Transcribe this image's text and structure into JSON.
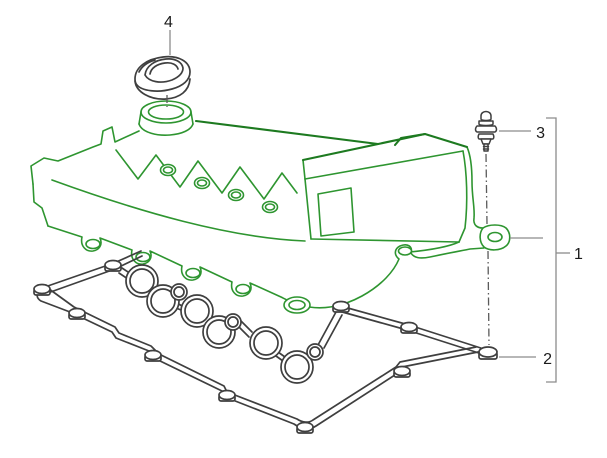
{
  "colors": {
    "background": "#ffffff",
    "part_green": "#2e9530",
    "part_green_dark": "#1d7a20",
    "part_dark": "#3f3f3f",
    "axis_gray": "#5a5a5a",
    "leader_gray": "#8c8c8c",
    "label_text": "#1a1a1a"
  },
  "callouts": {
    "item1": {
      "label": "1"
    },
    "item2": {
      "label": "2"
    },
    "item3": {
      "label": "3"
    },
    "item4": {
      "label": "4"
    }
  }
}
